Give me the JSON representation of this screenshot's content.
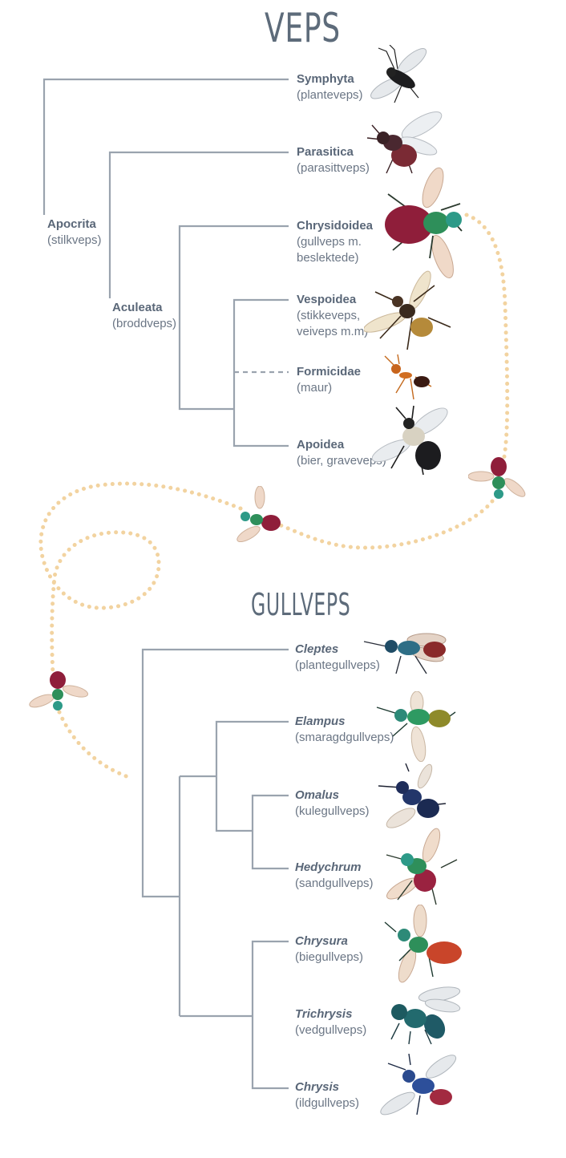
{
  "titles": {
    "veps": "VEPS",
    "gullveps": "GULLVEPS"
  },
  "colors": {
    "line": "#9aa3ae",
    "path": "#f2d3a0",
    "text": "#5a6778"
  },
  "veps_tree": {
    "nodes": {
      "apocrita": {
        "name": "Apocrita",
        "common": "(stilkveps)"
      },
      "aculeata": {
        "name": "Aculeata",
        "common": "(broddveps)"
      }
    },
    "leaves": [
      {
        "name": "Symphyta",
        "common": [
          "(planteveps)"
        ],
        "icon": "sawfly-icon"
      },
      {
        "name": "Parasitica",
        "common": [
          "(parasittveps)"
        ],
        "icon": "parasitic-wasp-icon"
      },
      {
        "name": "Chrysidoidea",
        "common": [
          "(gullveps m.",
          "beslektede)"
        ],
        "icon": "cuckoo-wasp-icon"
      },
      {
        "name": "Vespoidea",
        "common": [
          "(stikkeveps,",
          "veiveps m.m)"
        ],
        "icon": "wasp-icon"
      },
      {
        "name": "Formicidae",
        "common": [
          "(maur)"
        ],
        "icon": "ant-icon"
      },
      {
        "name": "Apoidea",
        "common": [
          "(bier, graveveps)"
        ],
        "icon": "bee-icon"
      }
    ]
  },
  "gullveps_tree": {
    "leaves": [
      {
        "name": "Cleptes",
        "common": "(plantegullveps)",
        "icon": "cleptes-icon"
      },
      {
        "name": "Elampus",
        "common": "(smaragdgullveps)",
        "icon": "elampus-icon"
      },
      {
        "name": "Omalus",
        "common": "(kulegullveps)",
        "icon": "omalus-icon"
      },
      {
        "name": "Hedychrum",
        "common": "(sandgullveps)",
        "icon": "hedychrum-icon"
      },
      {
        "name": "Chrysura",
        "common": "(biegullveps)",
        "icon": "chrysura-icon"
      },
      {
        "name": "Trichrysis",
        "common": "(vedgullveps)",
        "icon": "trichrysis-icon"
      },
      {
        "name": "Chrysis",
        "common": "(ildgullveps)",
        "icon": "chrysis-icon"
      }
    ]
  }
}
